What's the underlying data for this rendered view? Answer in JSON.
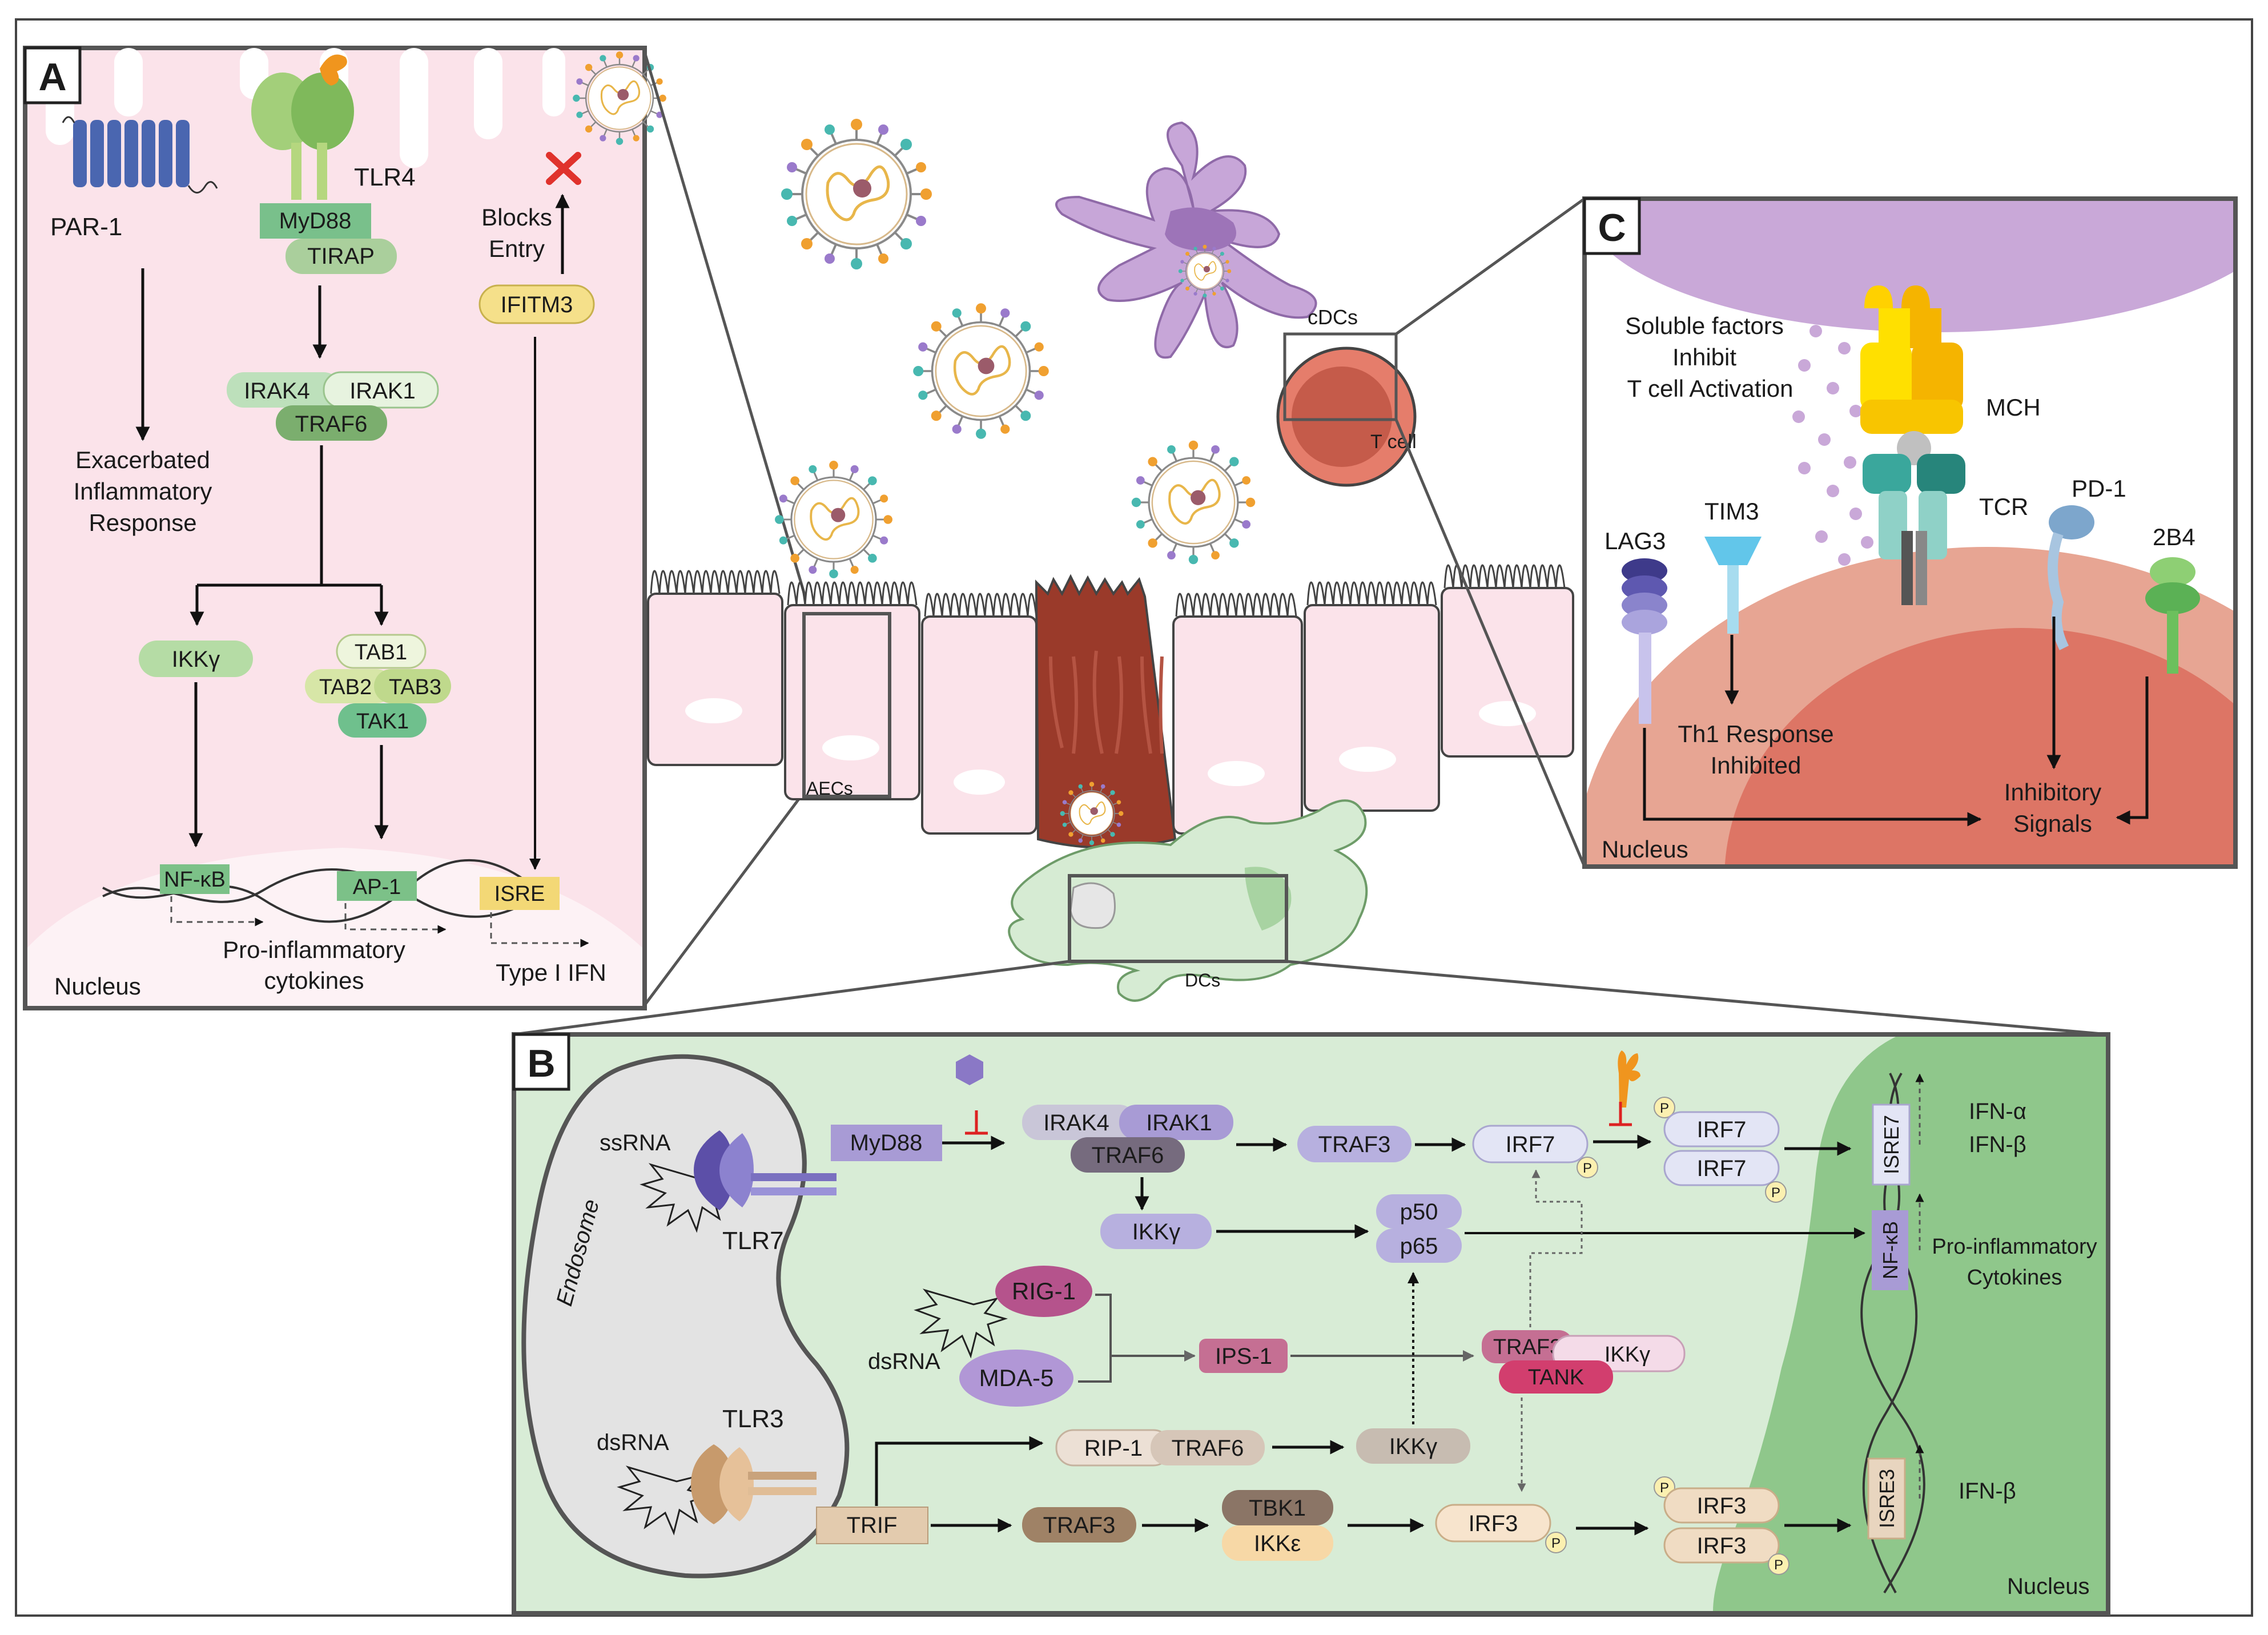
{
  "panel_a": {
    "letter": "A",
    "par1": "PAR-1",
    "tlr4": "TLR4",
    "myd88": "MyD88",
    "tirap": "TIRAP",
    "irak4": "IRAK4",
    "irak1": "IRAK1",
    "traf6": "TRAF6",
    "ikkg": "IKKγ",
    "tab1": "TAB1",
    "tab2": "TAB2",
    "tab3": "TAB3",
    "tak1": "TAK1",
    "blocks_entry": [
      "Blocks",
      "Entry"
    ],
    "ifitm3": "IFITM3",
    "exacerbated": [
      "Exacerbated",
      "Inflammatory",
      "Response"
    ],
    "nfkb": "NF-κB",
    "ap1": "AP-1",
    "isre": "ISRE",
    "proinflammatory": [
      "Pro-inflammatory",
      "cytokines"
    ],
    "type1ifn": "Type I IFN",
    "nucleus": "Nucleus"
  },
  "center": {
    "cdcs": "cDCs",
    "tcell": "T cell",
    "aecs": "AECs",
    "dcs": "DCs"
  },
  "panel_c": {
    "letter": "C",
    "soluble": [
      "Soluble factors",
      "Inhibit",
      "T cell Activation"
    ],
    "mch": "MCH",
    "tcr": "TCR",
    "tim3": "TIM3",
    "lag3": "LAG3",
    "pd1": "PD-1",
    "b24": "2B4",
    "th1": [
      "Th1 Response",
      "Inhibited"
    ],
    "inhibitory": [
      "Inhibitory",
      "Signals"
    ],
    "nucleus": "Nucleus"
  },
  "panel_b": {
    "letter": "B",
    "endosome": "Endosome",
    "ssrna": "ssRNA",
    "tlr7": "TLR7",
    "dsrna1": "dsRNA",
    "dsrna2": "dsRNA",
    "tlr3": "TLR3",
    "myd88": "MyD88",
    "irak4": "IRAK4",
    "irak1": "IRAK1",
    "traf6": "TRAF6",
    "ikkg1": "IKKγ",
    "traf3a": "TRAF3",
    "irf7": "IRF7",
    "irf7a": "IRF7",
    "irf7b": "IRF7",
    "p50": "p50",
    "p65": "p65",
    "rig1": "RIG-1",
    "mda5": "MDA-5",
    "ips1": "IPS-1",
    "traf3b": "TRAF3",
    "ikkg2": "IKKγ",
    "tank": "TANK",
    "rip1": "RIP-1",
    "traf6b": "TRAF6",
    "ikkg3": "IKKγ",
    "trif": "TRIF",
    "traf3c": "TRAF3",
    "tbk1": "TBK1",
    "ikke": "IKKε",
    "irf3": "IRF3",
    "irf3a": "IRF3",
    "irf3b": "IRF3",
    "p": "P",
    "isre7": "ISRE7",
    "nfkb": "NF-κB",
    "isre3": "ISRE3",
    "ifna": "IFN-α",
    "ifnb1": "IFN-β",
    "proinfl": [
      "Pro-inflammatory",
      "Cytokines"
    ],
    "ifnb2": "IFN-β",
    "nucleus": "Nucleus"
  }
}
